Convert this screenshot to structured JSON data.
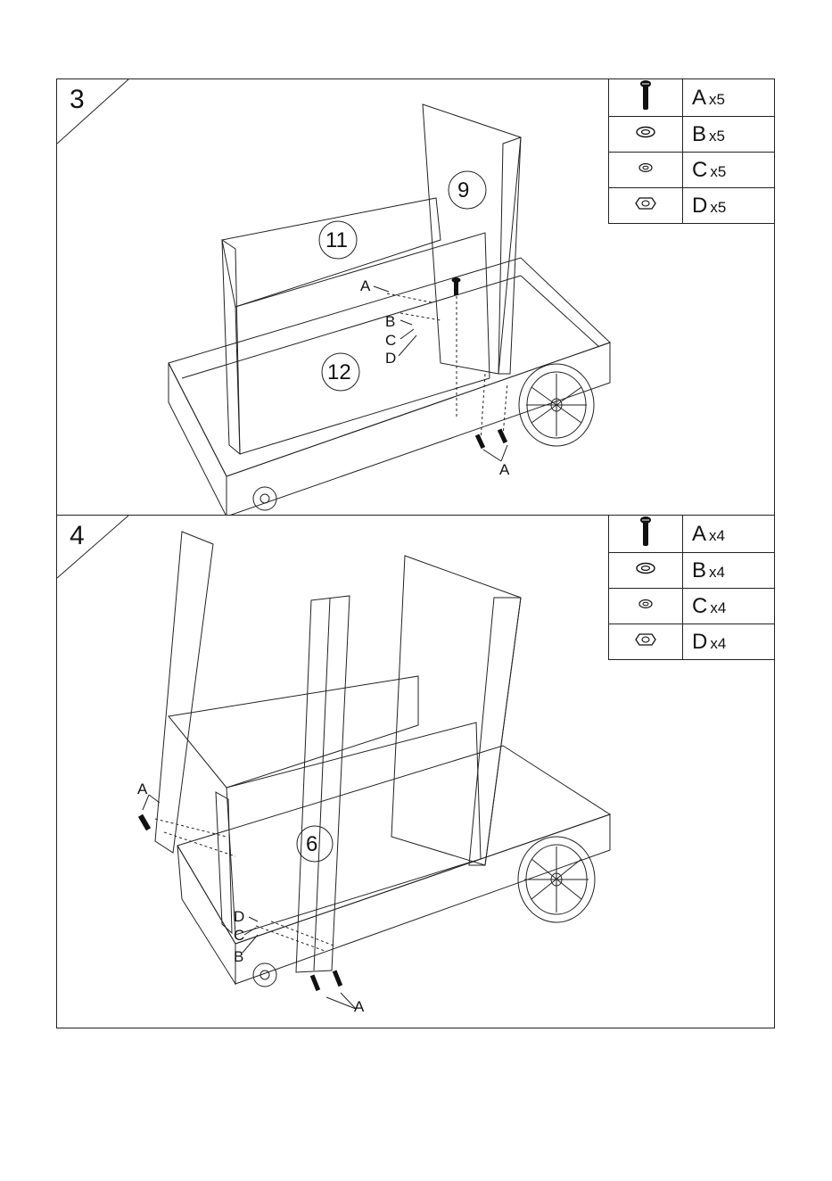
{
  "steps": [
    {
      "number": "3",
      "parts": [
        {
          "letter": "A",
          "qty": "x5",
          "icon": "bolt-icon"
        },
        {
          "letter": "B",
          "qty": "x5",
          "icon": "flat-washer-icon"
        },
        {
          "letter": "C",
          "qty": "x5",
          "icon": "spring-washer-icon"
        },
        {
          "letter": "D",
          "qty": "x5",
          "icon": "hex-nut-icon"
        }
      ],
      "panel_labels": [
        "9",
        "11",
        "12"
      ],
      "callouts": [
        "A",
        "B",
        "C",
        "D",
        "A"
      ]
    },
    {
      "number": "4",
      "parts": [
        {
          "letter": "A",
          "qty": "x4",
          "icon": "bolt-icon"
        },
        {
          "letter": "B",
          "qty": "x4",
          "icon": "flat-washer-icon"
        },
        {
          "letter": "C",
          "qty": "x4",
          "icon": "spring-washer-icon"
        },
        {
          "letter": "D",
          "qty": "x4",
          "icon": "hex-nut-icon"
        }
      ],
      "panel_labels": [
        "6"
      ],
      "callouts": [
        "A",
        "D",
        "C",
        "B",
        "A"
      ]
    }
  ]
}
